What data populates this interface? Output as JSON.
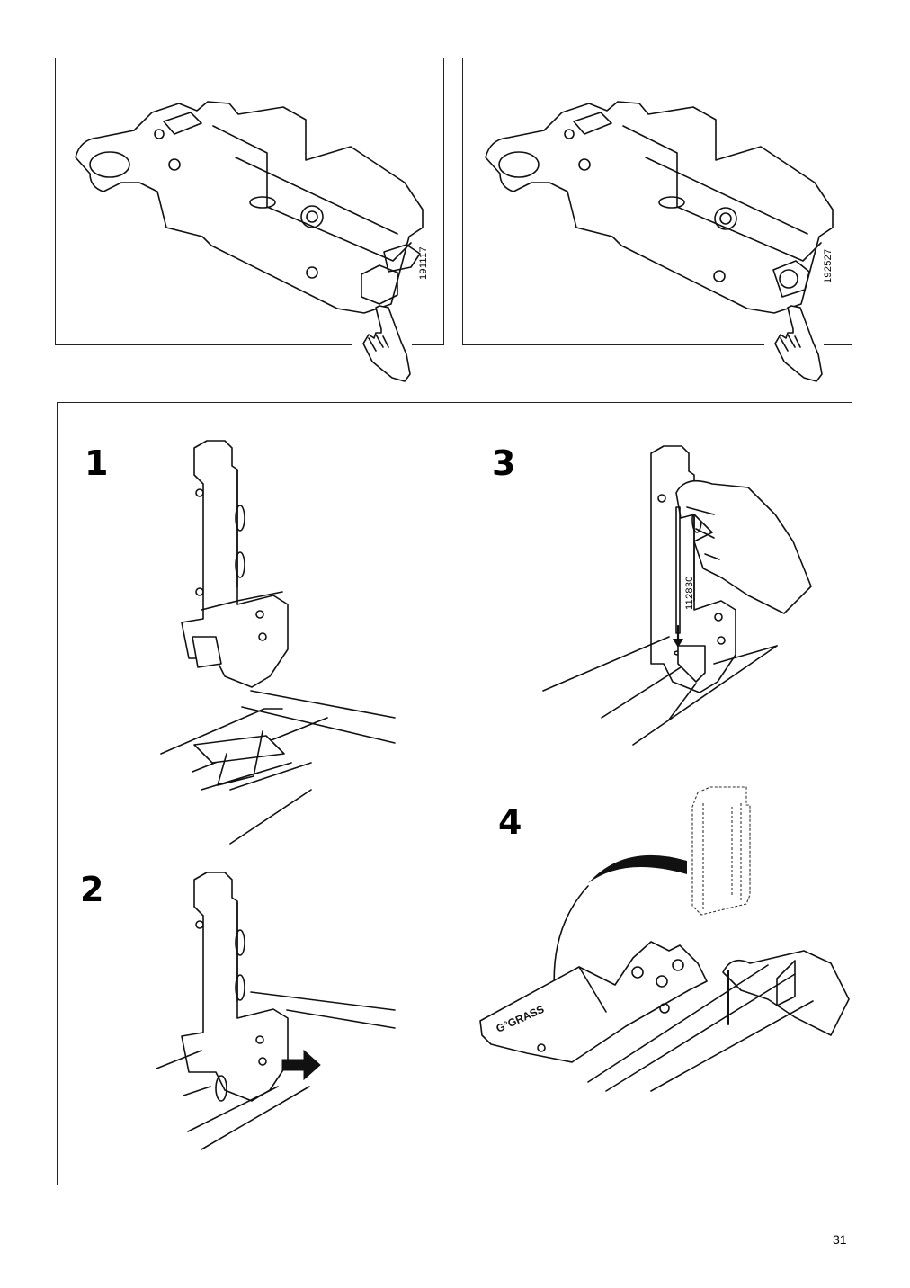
{
  "top_panels": [
    {
      "article_number": "191117"
    },
    {
      "article_number": "192527"
    }
  ],
  "steps": [
    {
      "number": "1"
    },
    {
      "number": "2"
    },
    {
      "number": "3",
      "article_number": "112830"
    },
    {
      "number": "4",
      "brand": "G°GRASS"
    }
  ],
  "page_number": "31",
  "icons": [
    "hinge-illustration",
    "pointing-hand-icon",
    "arrow-icon",
    "hex-key-icon",
    "rotation-arrow-icon"
  ]
}
